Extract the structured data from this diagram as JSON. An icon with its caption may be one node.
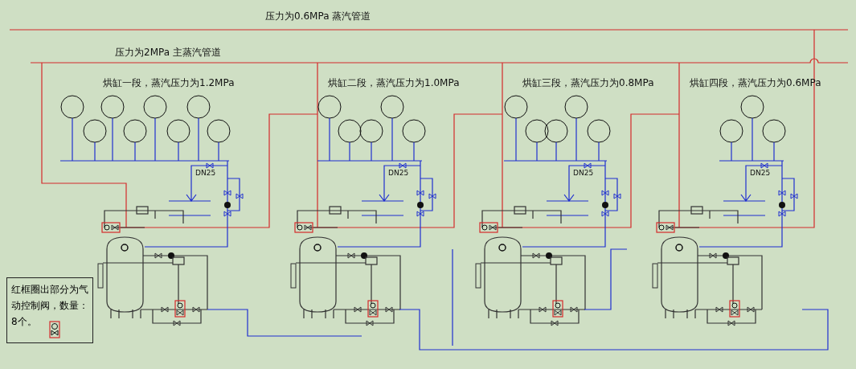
{
  "diagram": {
    "nodes": [
      {
        "text": [
          "红框圈出部分为气动控制阀，数量：8个。"
        ]
      }
    ],
    "labels": [
      "压力为0.6MPa 蒸汽管道",
      "压力为2MPa 主蒸汽管道",
      "烘缸一段，蒸汽压力为1.2MPa",
      "烘缸二段，蒸汽压力为1.0MPa",
      "烘缸三段，蒸汽压力为0.8MPa",
      "烘缸四段，蒸汽压力为0.6MPa",
      "DN25",
      "DN25",
      "DN25",
      "DN25"
    ]
  }
}
